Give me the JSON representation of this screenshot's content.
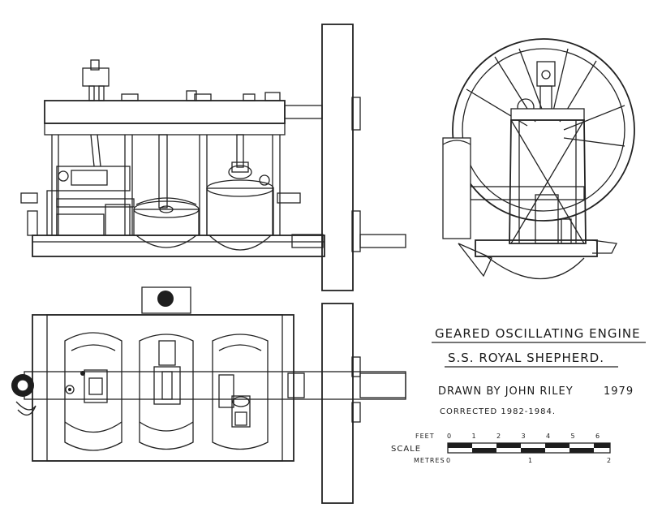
{
  "title": {
    "line1": "GEARED OSCILLATING ENGINE",
    "line2": "S.S. ROYAL SHEPHERD."
  },
  "credits": {
    "drawn_by": "DRAWN BY JOHN RILEY",
    "year": "1979",
    "corrected": "CORRECTED 1982-1984."
  },
  "scale": {
    "label": "SCALE",
    "feet_label": "FEET",
    "feet_ticks": [
      "0",
      "1",
      "2",
      "3",
      "4",
      "5",
      "6"
    ],
    "metres_label": "METRES",
    "metres_ticks": [
      "0",
      "1",
      "2"
    ]
  }
}
